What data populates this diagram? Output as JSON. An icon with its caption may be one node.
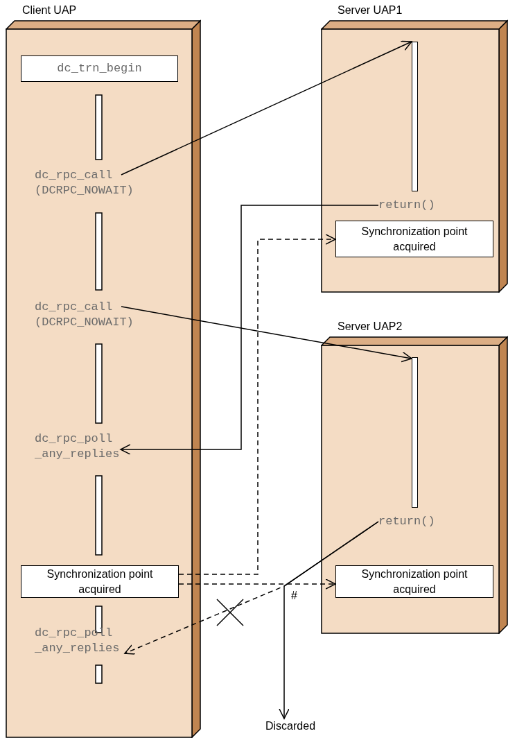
{
  "diagram": {
    "nodes": [
      {
        "text": [
          "Client UAP"
        ]
      },
      {
        "text": [
          "dc_trn_begin"
        ],
        "in": 0
      },
      {
        "text": [
          "dc_rpc_call (DCRPC_NOWAIT)"
        ],
        "in": 0
      },
      {
        "text": [
          "dc_rpc_call (DCRPC_NOWAIT)"
        ],
        "in": 0
      },
      {
        "text": [
          "dc_rpc_poll _any_replies"
        ],
        "in": 0
      },
      {
        "text": [
          "Synchronization point acquired"
        ],
        "in": 0
      },
      {
        "text": [
          "dc_rpc_poll _any_replies"
        ],
        "in": 0
      },
      {
        "text": [
          "Server UAP1"
        ]
      },
      {
        "text": [],
        "shape": "bar",
        "in": 7
      },
      {
        "text": [
          "return()"
        ],
        "in": 7
      },
      {
        "text": [
          "Synchronization point acquired"
        ],
        "in": 7
      },
      {
        "text": [
          "Server UAP2"
        ]
      },
      {
        "text": [],
        "shape": "bar",
        "in": 11
      },
      {
        "text": [
          "return()"
        ],
        "in": 11
      },
      {
        "text": [
          "Synchronization point acquired"
        ],
        "in": 11
      },
      {
        "text": [
          "Discarded"
        ]
      }
    ],
    "edges": [
      {
        "from": 2,
        "to": 8,
        "arrow": "to"
      },
      {
        "from": 9,
        "to": 4,
        "arrow": "to"
      },
      {
        "from": 5,
        "to": 10,
        "arrow": "to",
        "style": "dashed"
      },
      {
        "from": 3,
        "to": 12,
        "arrow": "to"
      },
      {
        "from": 5,
        "to": 14,
        "arrow": "to",
        "style": "dashed"
      },
      {
        "from": 13,
        "to": 6,
        "arrow": "to",
        "style": "dashed"
      },
      {
        "from": 13,
        "to": 15,
        "arrow": "to",
        "label": "#"
      }
    ]
  }
}
